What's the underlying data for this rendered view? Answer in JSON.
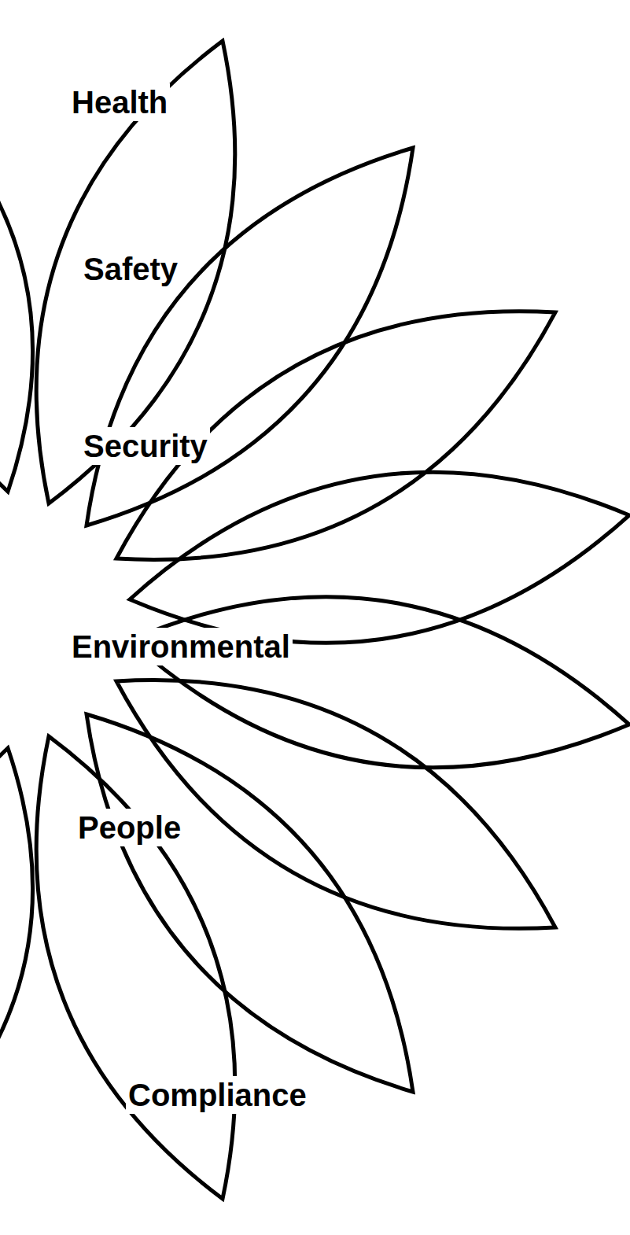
{
  "diagram": {
    "labels": [
      "Health",
      "Safety",
      "Security",
      "Environmental",
      "People",
      "Compliance"
    ]
  }
}
